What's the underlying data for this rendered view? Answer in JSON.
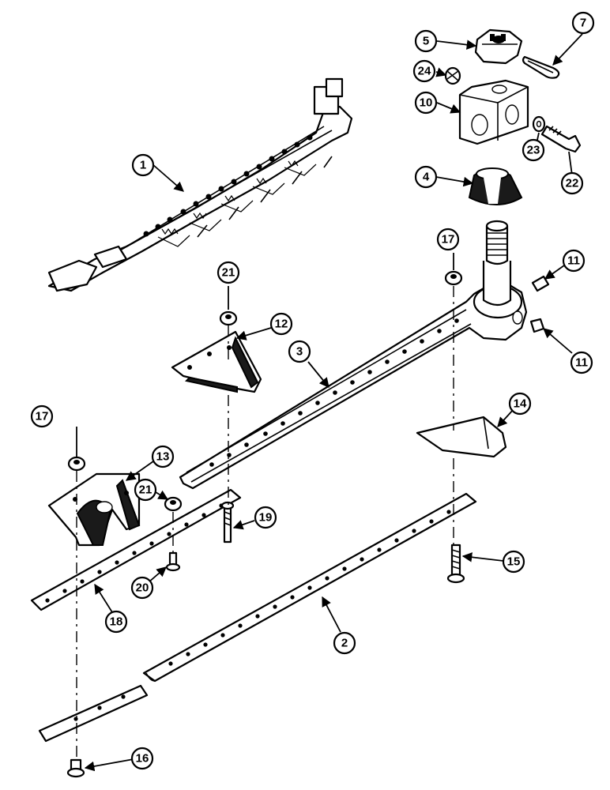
{
  "callouts": {
    "c1": "1",
    "c2": "2",
    "c3": "3",
    "c4": "4",
    "c5": "5",
    "c7": "7",
    "c10": "10",
    "c11a": "11",
    "c11b": "11",
    "c12": "12",
    "c13": "13",
    "c14": "14",
    "c15": "15",
    "c16": "16",
    "c17a": "17",
    "c17b": "17",
    "c18": "18",
    "c19": "19",
    "c20": "20",
    "c21a": "21",
    "c21b": "21",
    "c22": "22",
    "c23": "23",
    "c24": "24"
  }
}
